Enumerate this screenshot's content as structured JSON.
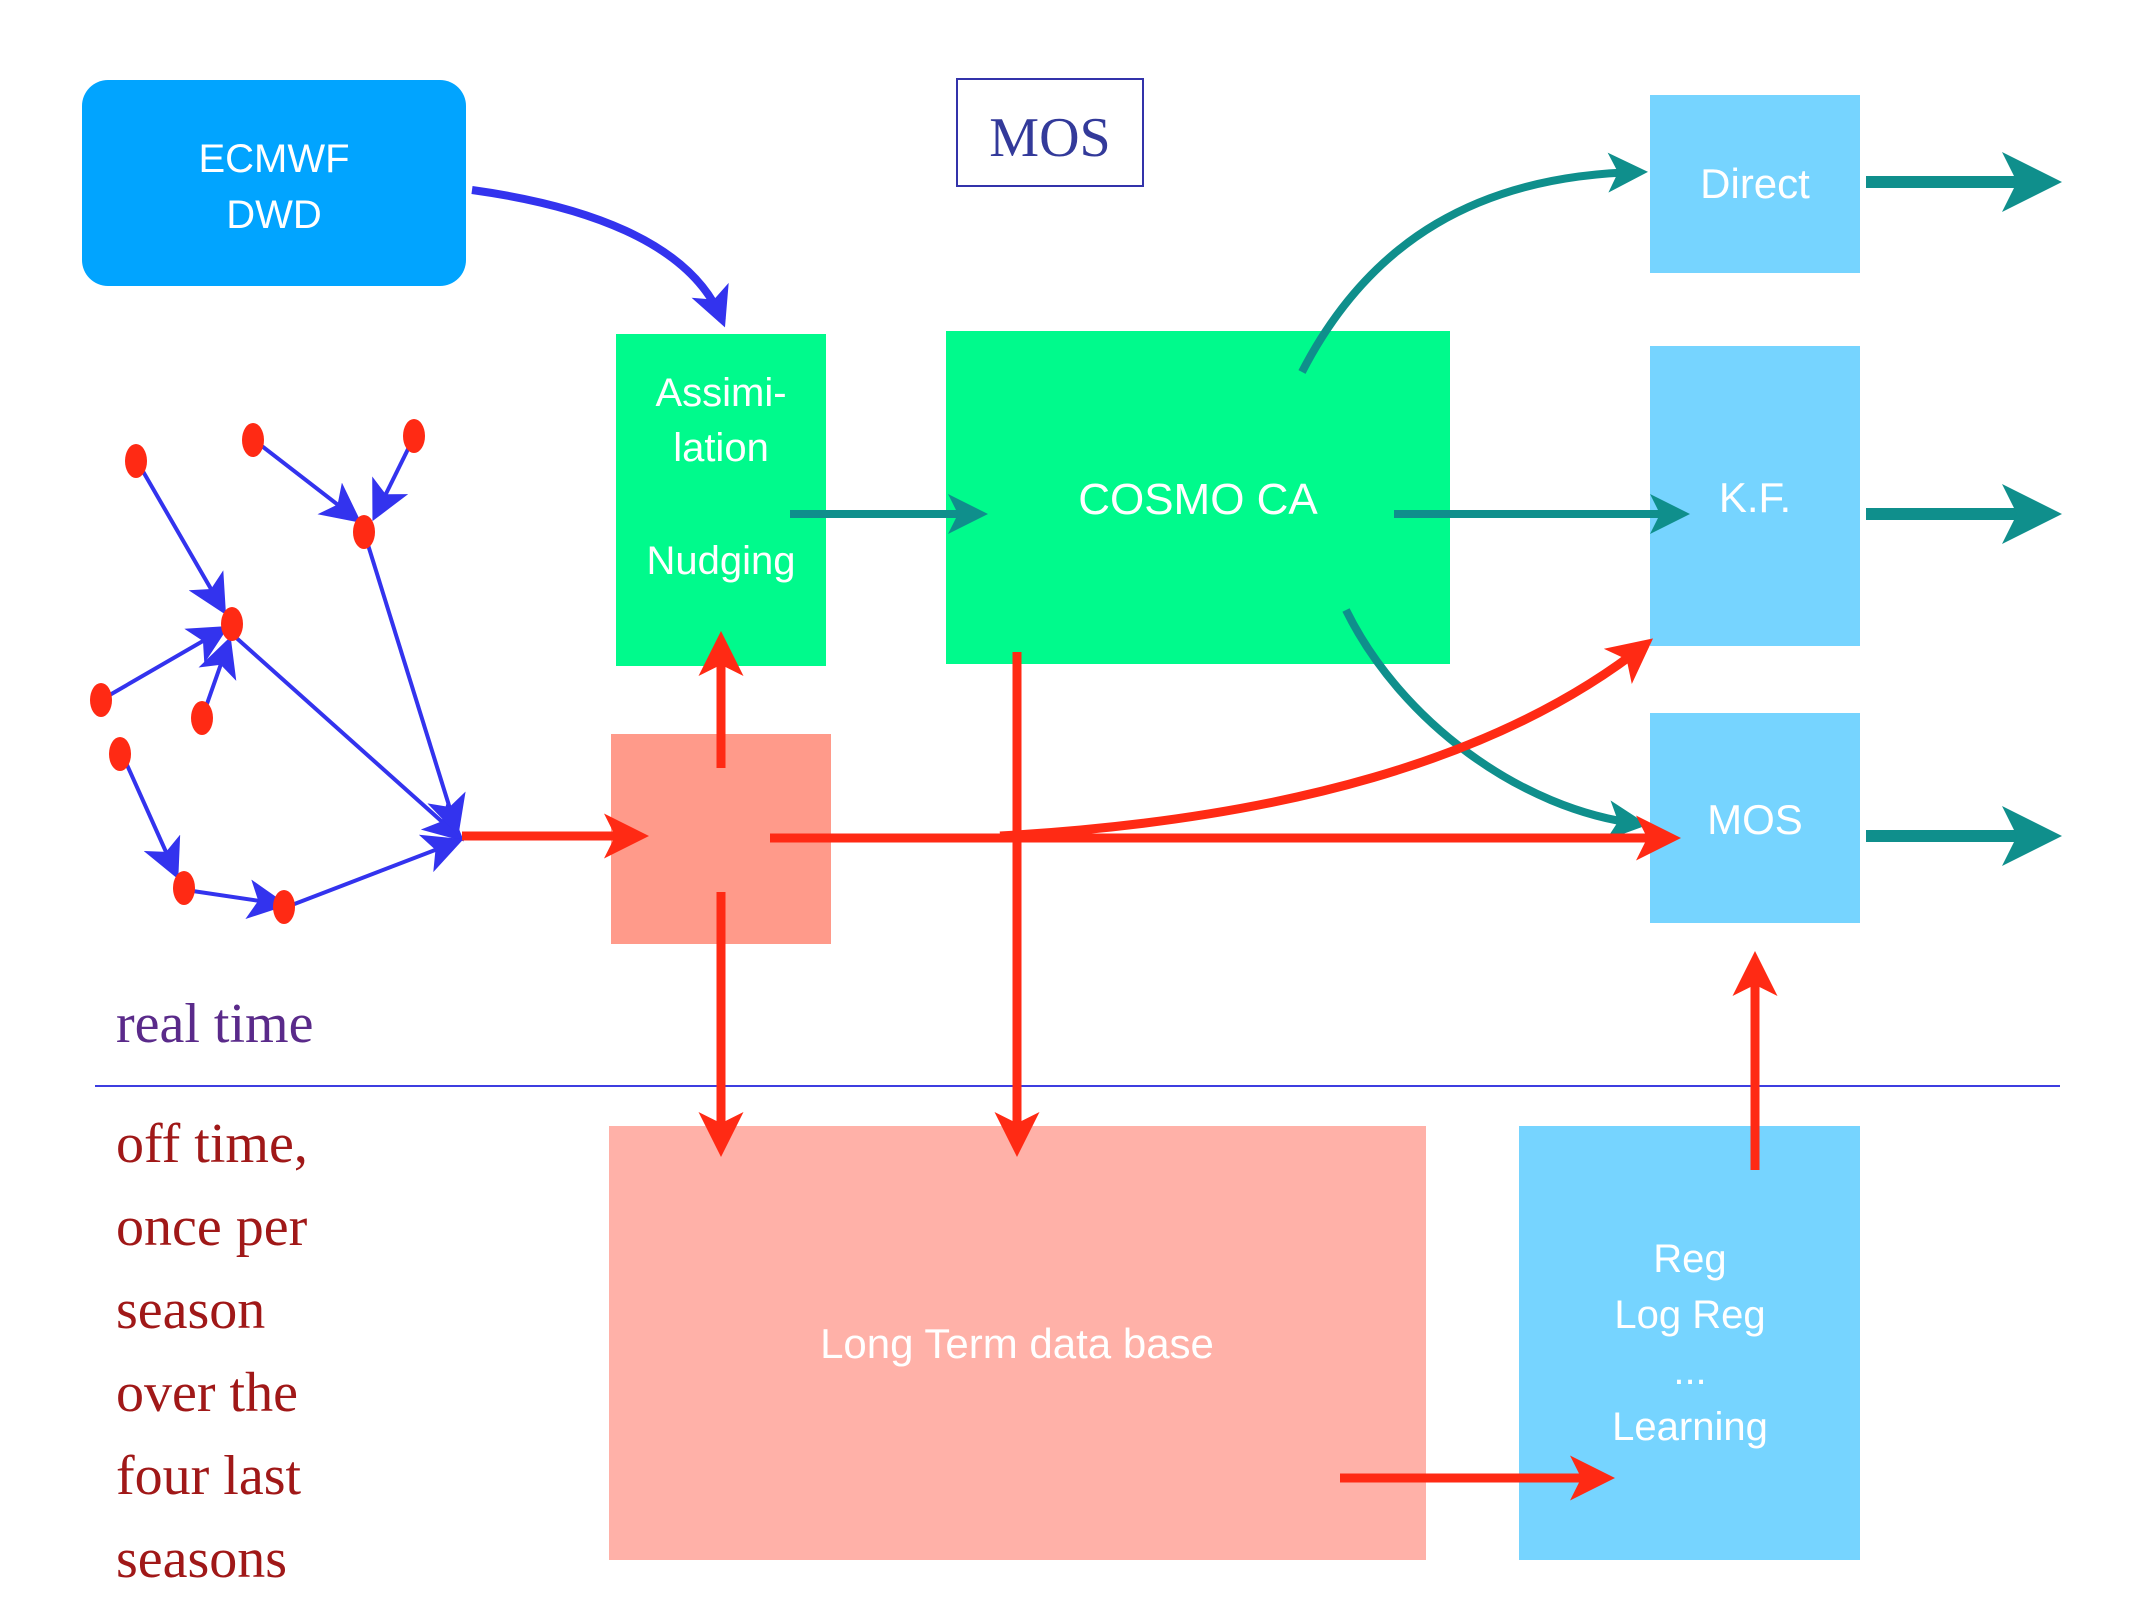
{
  "mos_title": "MOS",
  "sources_box": {
    "line1": "ECMWF",
    "line2": "DWD"
  },
  "assimilation_box": {
    "line1": "Assimi-",
    "line2": "lation",
    "line3": "Nudging"
  },
  "cosmo_box": {
    "label": "COSMO CA"
  },
  "direct_box": {
    "label": "Direct"
  },
  "kf_box": {
    "label": "K.F."
  },
  "mos_box": {
    "label": "MOS"
  },
  "database_box": {
    "label": "Long Term data base"
  },
  "regression_box": {
    "line1": "Reg",
    "line2": "Log Reg",
    "line3": "...",
    "line4": "Learning"
  },
  "realtime_label": "real time",
  "offtime_label": {
    "line1": "off time,",
    "line2": "once per",
    "line3": "season",
    "line4": "over the",
    "line5": "four last",
    "line6": "seasons"
  },
  "colors": {
    "source_blue": "#01a4ff",
    "model_green": "#00fa8c",
    "output_blue": "#76d4ff",
    "obs_salmon": "#ff9a8a",
    "database_salmon": "#ffb1a8",
    "blue_arrow": "#3333ee",
    "teal_arrow": "#0f8f8c",
    "red_arrow": "#ff2a14",
    "station_dot": "#ff2a14",
    "divider": "#3d3de0",
    "realtime_text": "#5a2a8a",
    "offtime_text": "#a01818",
    "mos_title_text": "#333a9a"
  }
}
